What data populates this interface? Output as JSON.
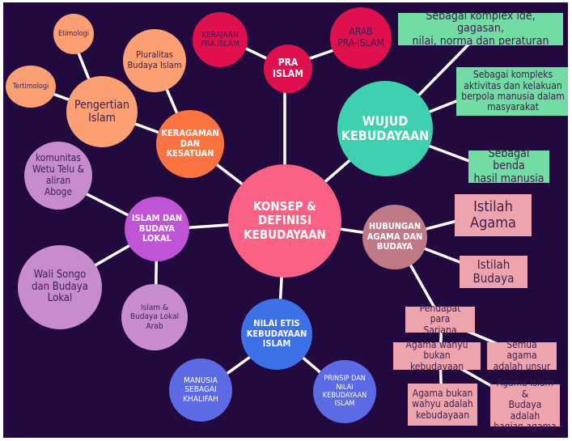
{
  "colors": {
    "background": "#230a3e",
    "center": "#fb6184",
    "pra_islam": "#e0104f",
    "wujud": "#3dd1b0",
    "wujud_box": "#73dba4",
    "keragaman": "#fa7340",
    "pengertian": "#fc9f72",
    "islam_budaya": "#c054d6",
    "islam_budaya_light": "#c98bd0",
    "hubungan": "#c07a86",
    "hubungan_box": "#eda4ad",
    "nilai": "#3d71e8",
    "nilai_child": "#5c6ae6",
    "line": "#ffffff",
    "dark_text": "#3d1e4f"
  },
  "nodes": {
    "center": "KONSEP &\nDEFINISI\nKEBUDAYAAN",
    "pra_islam": "PRA\nISLAM",
    "kerajaan_pra_islam": "KERAJAAN\nPRA ISLAM",
    "arab_pra_islam": "ARAB\nPRA-ISLAM",
    "wujud": "WUJUD\nKEBUDAYAAN",
    "keragaman": "KERAGAMAN\nDAN\nKESATUAN",
    "pluralitas": "Pluralitas\nBudaya Islam",
    "pengertian": "Pengertian\nIslam",
    "etimologi": "Etimologi",
    "tertimologi": "Tertimologi",
    "islam_budaya": "ISLAM DAN\nBUDAYA\nLOKAL",
    "komunitas": "komunitas\nWetu Telu &\naliran\nAboge",
    "wali_songo": "Wali Songo\ndan Budaya\nLokal",
    "islam_budaya_lokal_arab": "Islam &\nBudaya Lokal\nArab",
    "hubungan": "HUBUNGAN\nAGAMA DAN\nBUDAYA",
    "nilai_etis": "NILAI ETIS\nKEBUDAYAAN\nISLAM",
    "manusia_khalifah": "MANUSIA\nSEBAGAI\nKHALIFAH",
    "prinsip": "PRINSIP DAN\nNILAI\nKEBUDAYAAN\nISLAM"
  },
  "boxes": {
    "wujud_ide": "Sebagai komplex ide, gagasan,\nnilai, norma dan peraturan",
    "wujud_aktivitas": "Sebagai kompleks\naktivitas dan kelakuan\nberpola manusia dalam\nmasyarakat",
    "wujud_benda": "Sebagai benda\nhasil manusia",
    "istilah_agama": "Istilah\nAgama",
    "istilah_budaya": "Istilah\nBudaya",
    "pendapat": "Pendapat para\nSarjana",
    "agama_wahyu": "Agama wahyu\nbukan kebudayaan",
    "semua_agama": "Semua agama\nadalah unsur",
    "agama_bukan_wahyu": "Agama bukan\nwahyu adalah\nkebudayaan",
    "agama_islam_budaya": "Agama Islam &\nBudaya adalah\nbagian agama"
  }
}
